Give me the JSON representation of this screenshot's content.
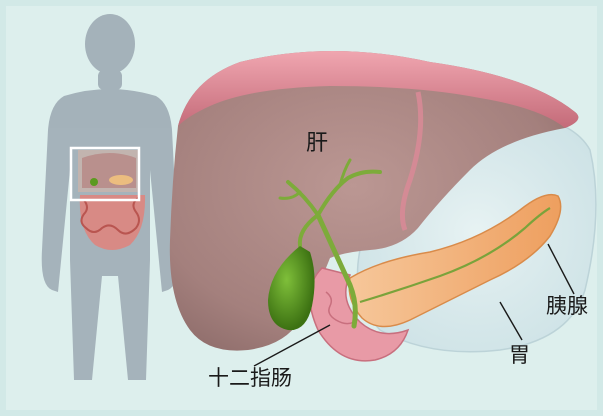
{
  "labels": {
    "liver": "肝",
    "pancreas": "胰腺",
    "stomach": "胃",
    "duodenum": "十二指肠"
  },
  "colors": {
    "background": "#ddefed",
    "silhouette": "#9aa7b0",
    "liver": "#a88582",
    "liver_rim": "#d98a96",
    "bile_ducts": "#7dab3a",
    "gallbladder": "#4f8f1d",
    "pancreas": "#f1b780",
    "duodenum": "#e89aa6",
    "stomach": "#d6e6ea"
  }
}
